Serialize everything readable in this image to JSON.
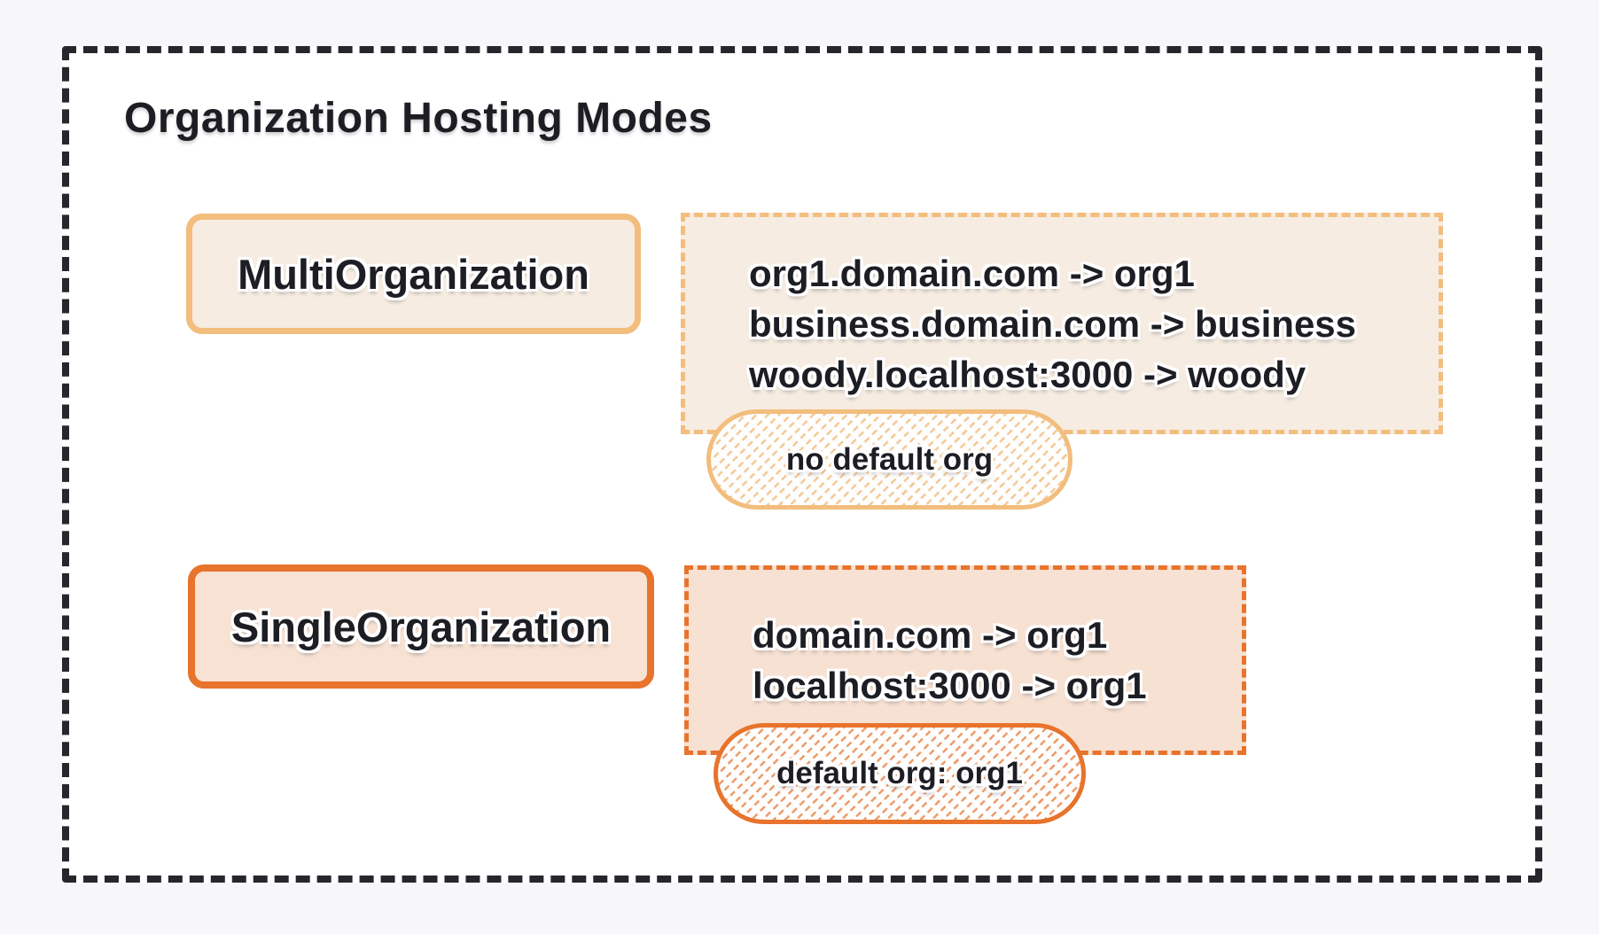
{
  "title": "Organization Hosting Modes",
  "colors": {
    "ink": "#1d1d24",
    "frame_dash": "#26262c",
    "accent_light": "#f2bd7d",
    "accent_dark": "#e8732c",
    "fill_cream": "#f6ece1",
    "fill_peach": "#f8e2d3",
    "canvas_outer": "#f7f7f9",
    "canvas_inner": "#ffffff"
  },
  "modes": [
    {
      "name": "MultiOrganization",
      "mappings": [
        "org1.domain.com -> org1",
        "business.domain.com -> business",
        "woody.localhost:3000 -> woody"
      ],
      "badge": "no default org"
    },
    {
      "name": "SingleOrganization",
      "mappings": [
        "domain.com -> org1",
        "localhost:3000 -> org1"
      ],
      "badge": "default org: org1"
    }
  ]
}
